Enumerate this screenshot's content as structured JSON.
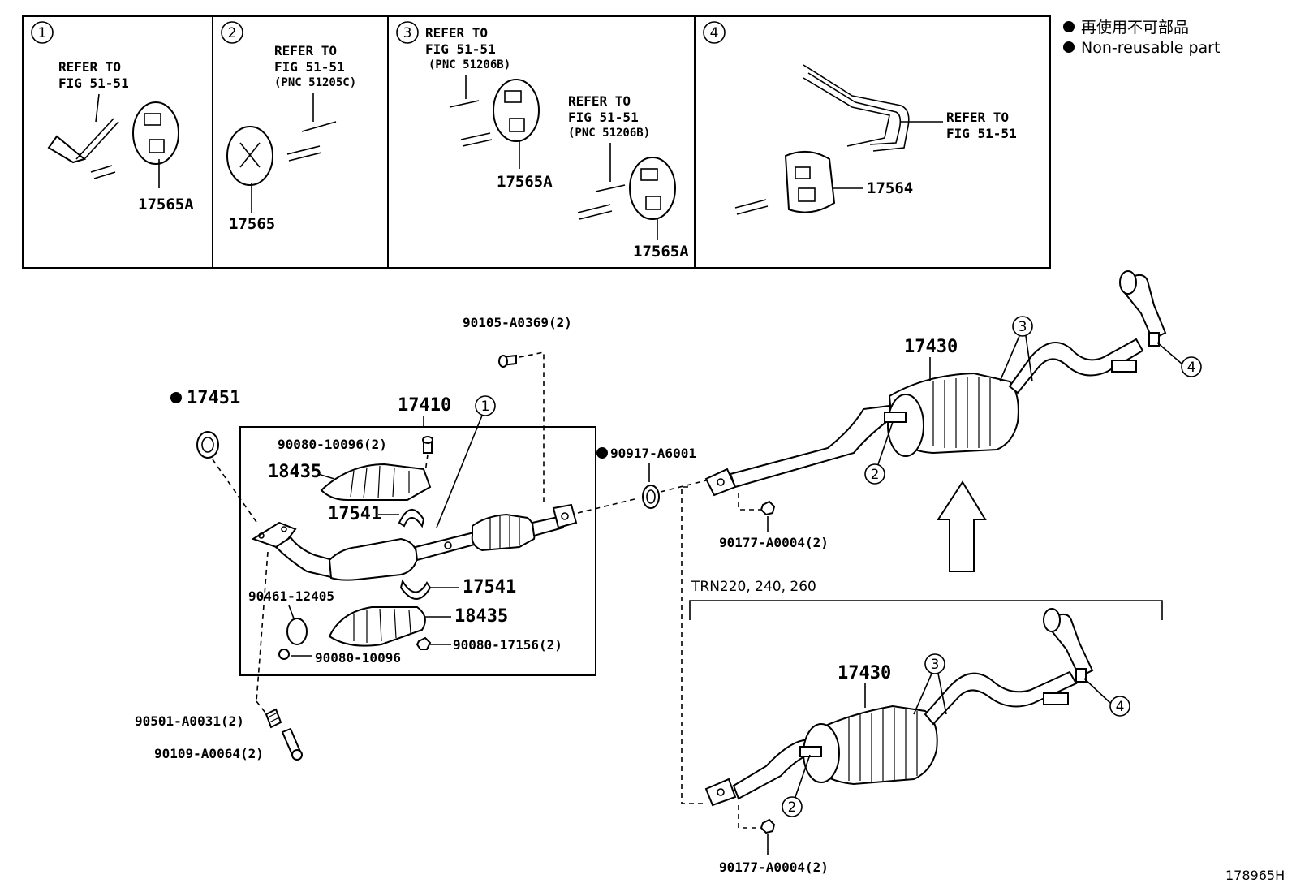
{
  "legend": {
    "line1": "再使用不可部品",
    "line2": "Non-reusable part"
  },
  "panels": [
    {
      "num": "1",
      "refer1": "REFER TO",
      "refer2": "FIG 51-51",
      "part": "17565A"
    },
    {
      "num": "2",
      "refer1": "REFER TO",
      "refer2": "FIG 51-51",
      "pnc": "(PNC 51205C)",
      "part": "17565"
    },
    {
      "num": "3",
      "refer1": "REFER TO",
      "refer2": "FIG 51-51",
      "pnc": "(PNC 51206B)",
      "part": "17565A",
      "refer1b": "REFER TO",
      "refer2b": "FIG 51-51",
      "pncb": "(PNC 51206B)",
      "partb": "17565A"
    },
    {
      "num": "4",
      "refer1": "REFER TO",
      "refer2": "FIG 51-51",
      "part": "17564"
    }
  ],
  "labels": {
    "p17451": "17451",
    "p17410": "17410",
    "p90105": "90105-A0369(2)",
    "p90080a": "90080-10096(2)",
    "p18435a": "18435",
    "p17541a": "17541",
    "p90917": "90917-A6001",
    "p17430a": "17430",
    "p90177a": "90177-A0004(2)",
    "p90461": "90461-12405",
    "p17541b": "17541",
    "p18435b": "18435",
    "p90080b": "90080-17156(2)",
    "p90080c": "90080-10096",
    "p90501": "90501-A0031(2)",
    "p90109": "90109-A0064(2)",
    "variant": "TRN220, 240, 260",
    "p17430b": "17430",
    "p90177b": "90177-A0004(2)"
  },
  "callouts": {
    "c1": "1",
    "c2a": "2",
    "c3a": "3",
    "c4a": "4",
    "c2b": "2",
    "c3b": "3",
    "c4b": "4"
  },
  "figure_code": "178965H"
}
